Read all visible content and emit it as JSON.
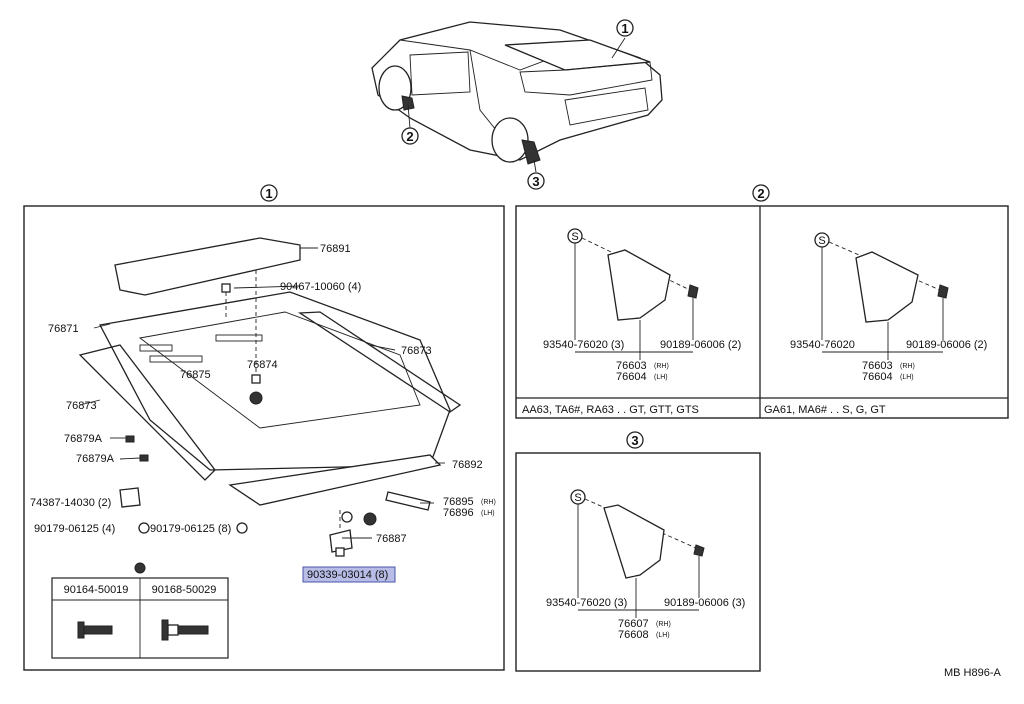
{
  "callouts": {
    "c1": "1",
    "c2": "2",
    "c3": "3"
  },
  "panel1": {
    "parts": {
      "p76891": "76891",
      "p90467": "90467-10060 (4)",
      "p76871": "76871",
      "p76873a": "76873",
      "p76874": "76874",
      "p76875": "76875",
      "p76873b": "76873",
      "p76879A_1": "76879A",
      "p76879A_2": "76879A",
      "p76892": "76892",
      "p74387": "74387-14030 (2)",
      "p76895": "76895",
      "p76895_side": "(RH)",
      "p76896": "76896",
      "p76896_side": "(LH)",
      "p90179a": "90179-06125 (4)",
      "p90179b": "90179-06125 (8)",
      "p76887": "76887",
      "p90339": "90339-03014 (8)"
    },
    "table": {
      "col1": "90164-50019",
      "col2": "90168-50029"
    }
  },
  "panel2": {
    "left": {
      "p93540": "93540-76020 (3)",
      "p90189": "90189-06006 (2)",
      "p76603": "76603",
      "p76603_side": "(RH)",
      "p76604": "76604",
      "p76604_side": "(LH)",
      "models": "AA63, TA6#, RA63 . . GT, GTT, GTS"
    },
    "right": {
      "p93540": "93540-76020",
      "p90189": "90189-06006 (2)",
      "p76603": "76603",
      "p76603_side": "(RH)",
      "p76604": "76604",
      "p76604_side": "(LH)",
      "models": "GA61, MA6# . . S, G, GT"
    }
  },
  "panel3": {
    "p93540": "93540-76020 (3)",
    "p90189": "90189-06006 (3)",
    "p76607": "76607",
    "p76607_side": "(RH)",
    "p76608": "76608",
    "p76608_side": "(LH)"
  },
  "s_marker": "S",
  "footer_code": "MB H896-A"
}
